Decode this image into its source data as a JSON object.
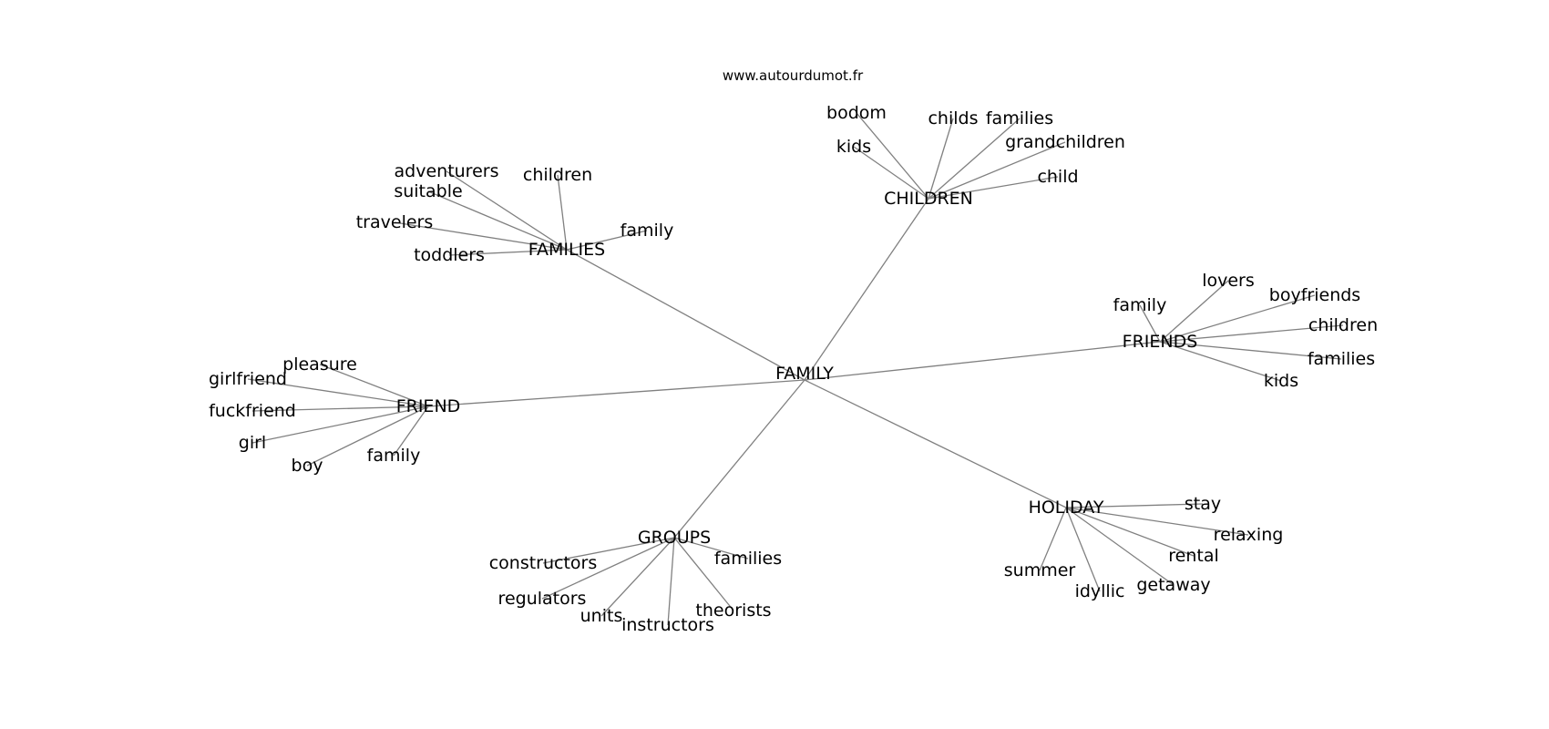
{
  "watermark": "www.autourdumot.fr",
  "center": "FAMILY",
  "hubs": [
    {
      "id": "families",
      "label": "FAMILIES",
      "words": [
        "adventurers",
        "children",
        "suitable",
        "travelers",
        "toddlers",
        "family"
      ]
    },
    {
      "id": "children",
      "label": "CHILDREN",
      "words": [
        "bodom",
        "childs",
        "families",
        "kids",
        "grandchildren",
        "child"
      ]
    },
    {
      "id": "friends",
      "label": "FRIENDS",
      "words": [
        "lovers",
        "family",
        "boyfriends",
        "children",
        "families",
        "kids"
      ]
    },
    {
      "id": "friend",
      "label": "FRIEND",
      "words": [
        "pleasure",
        "girlfriend",
        "fuckfriend",
        "girl",
        "boy",
        "family"
      ]
    },
    {
      "id": "groups",
      "label": "GROUPS",
      "words": [
        "constructors",
        "families",
        "regulators",
        "units",
        "instructors",
        "theorists"
      ]
    },
    {
      "id": "holiday",
      "label": "HOLIDAY",
      "words": [
        "stay",
        "relaxing",
        "rental",
        "summer",
        "idyllic",
        "getaway"
      ]
    }
  ]
}
